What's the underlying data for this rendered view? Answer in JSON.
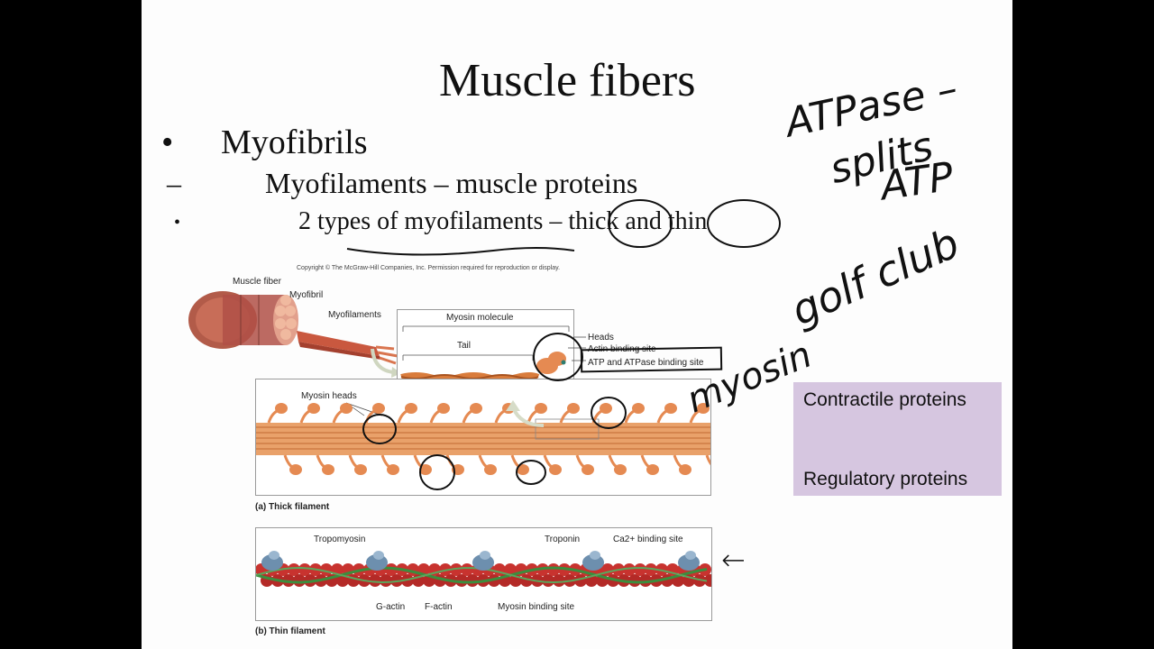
{
  "slide": {
    "title": "Muscle fibers",
    "bullet1": {
      "marker": "•",
      "text": "Myofibrils"
    },
    "bullet2": {
      "marker": "–",
      "text": "Myofilaments – muscle proteins"
    },
    "bullet3": {
      "marker": "•",
      "text": "2 types of myofilaments – thick and thin"
    }
  },
  "figure": {
    "copyright": "Copyright © The McGraw-Hill Companies, Inc. Permission required for reproduction or display.",
    "fiber_labels": {
      "muscle_fiber": "Muscle fiber",
      "myofibril": "Myofibril",
      "myofilaments": "Myofilaments"
    },
    "myosin_molecule": {
      "title": "Myosin molecule",
      "tail": "Tail",
      "heads": "Heads",
      "actin_site": "Actin binding site",
      "atp_site": "ATP and ATPase binding site"
    },
    "thick": {
      "myosin_heads": "Myosin heads",
      "caption": "(a) Thick filament"
    },
    "thin": {
      "tropomyosin": "Tropomyosin",
      "troponin": "Troponin",
      "ca_site": "Ca2+ binding site",
      "g_actin": "G-actin",
      "f_actin": "F-actin",
      "myosin_binding": "Myosin binding site",
      "caption": "(b) Thin filament"
    }
  },
  "legend": {
    "contractile": "Contractile proteins",
    "regulatory": "Regulatory proteins"
  },
  "annotations": {
    "atpase": "ATPase –",
    "splits": "splits",
    "atp": "ATP",
    "golf_club": "golf club",
    "myosin": "myosin",
    "arrow": "←"
  },
  "colors": {
    "muscle": "#e58a52",
    "actin": "#c8332f",
    "tropomyosin": "#3b8e3e",
    "troponin": "#6d8fae",
    "legend_bg": "#d6c6e0"
  }
}
